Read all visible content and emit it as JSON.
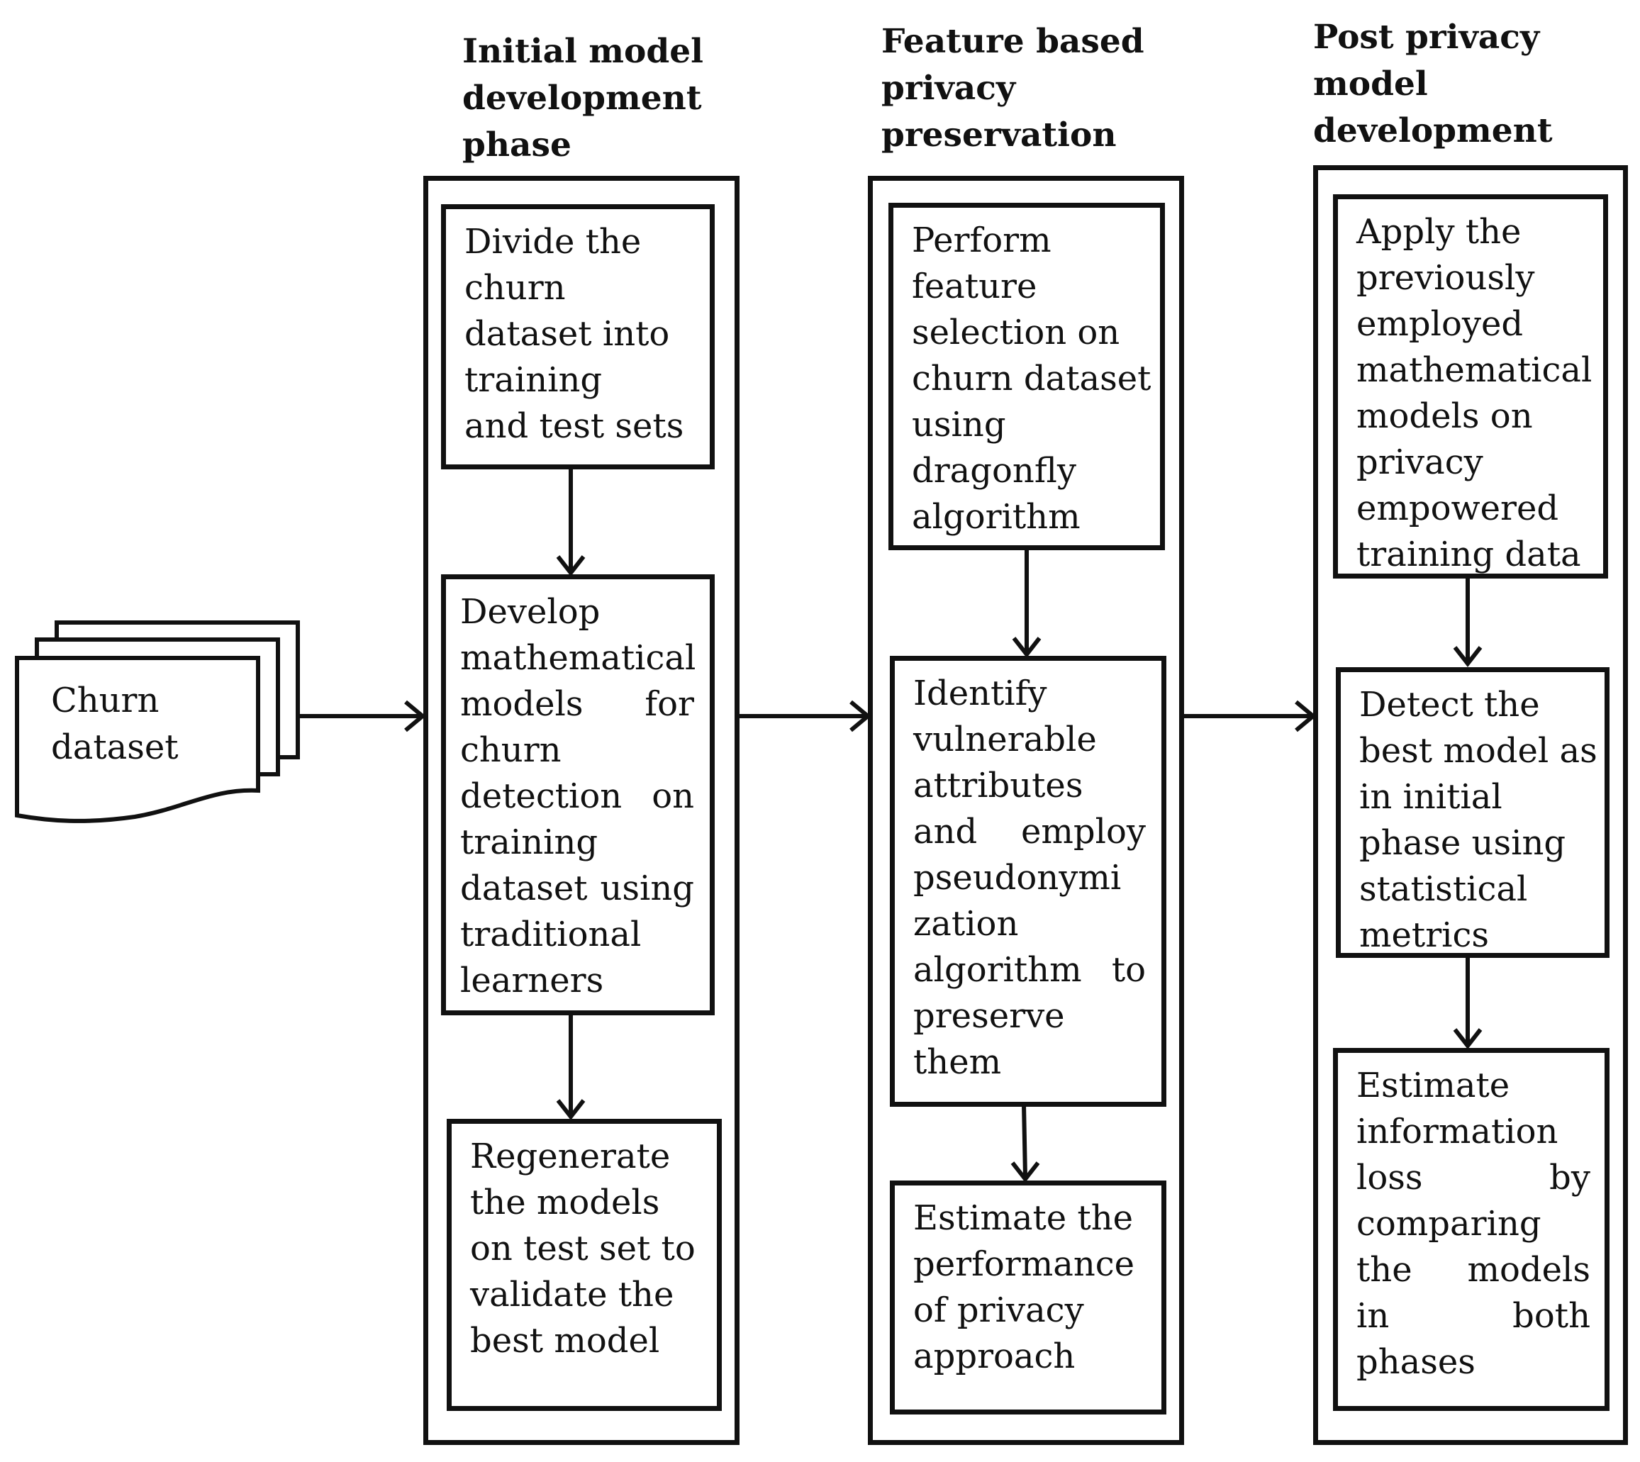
{
  "dataset": {
    "label_lines": [
      "Churn",
      "dataset"
    ]
  },
  "phases": [
    {
      "title_lines": [
        "Initial model",
        "development",
        "phase"
      ],
      "steps": [
        {
          "lines": [
            "Divide the",
            "churn",
            "dataset into",
            "training",
            "and test sets"
          ]
        },
        {
          "lines": [
            [
              "Develop"
            ],
            [
              "mathematical"
            ],
            [
              "models",
              "for"
            ],
            [
              "churn"
            ],
            [
              "detection",
              "on"
            ],
            [
              "training"
            ],
            [
              "dataset",
              "using"
            ],
            [
              "traditional"
            ],
            [
              "learners"
            ]
          ]
        },
        {
          "lines": [
            "Regenerate",
            "the models",
            "on test set to",
            "validate the",
            "best model"
          ]
        }
      ]
    },
    {
      "title_lines": [
        "Feature based",
        "privacy",
        "preservation"
      ],
      "steps": [
        {
          "lines": [
            "Perform",
            "feature",
            "selection on",
            "churn dataset",
            "using",
            "dragonfly",
            "algorithm"
          ]
        },
        {
          "lines": [
            [
              "Identify"
            ],
            [
              "vulnerable"
            ],
            [
              "attributes"
            ],
            [
              "and",
              "employ"
            ],
            [
              "pseudonymi"
            ],
            [
              "zation"
            ],
            [
              "algorithm",
              "to"
            ],
            [
              "preserve"
            ],
            [
              "them"
            ]
          ]
        },
        {
          "lines": [
            "Estimate the",
            "performance",
            "of privacy",
            "approach"
          ]
        }
      ]
    },
    {
      "title_lines": [
        "Post privacy",
        "model",
        "development"
      ],
      "steps": [
        {
          "lines": [
            "Apply the",
            "previously",
            "employed",
            "mathematical",
            "models on",
            "privacy",
            "empowered",
            "training data"
          ]
        },
        {
          "lines": [
            "Detect the",
            "best model as",
            "in initial",
            "phase using",
            "statistical",
            "metrics"
          ]
        },
        {
          "lines": [
            [
              "Estimate"
            ],
            [
              "information"
            ],
            [
              "loss",
              "by"
            ],
            [
              "comparing"
            ],
            [
              "the",
              "models"
            ],
            [
              "in",
              "both"
            ],
            [
              "phases"
            ]
          ]
        }
      ]
    }
  ]
}
